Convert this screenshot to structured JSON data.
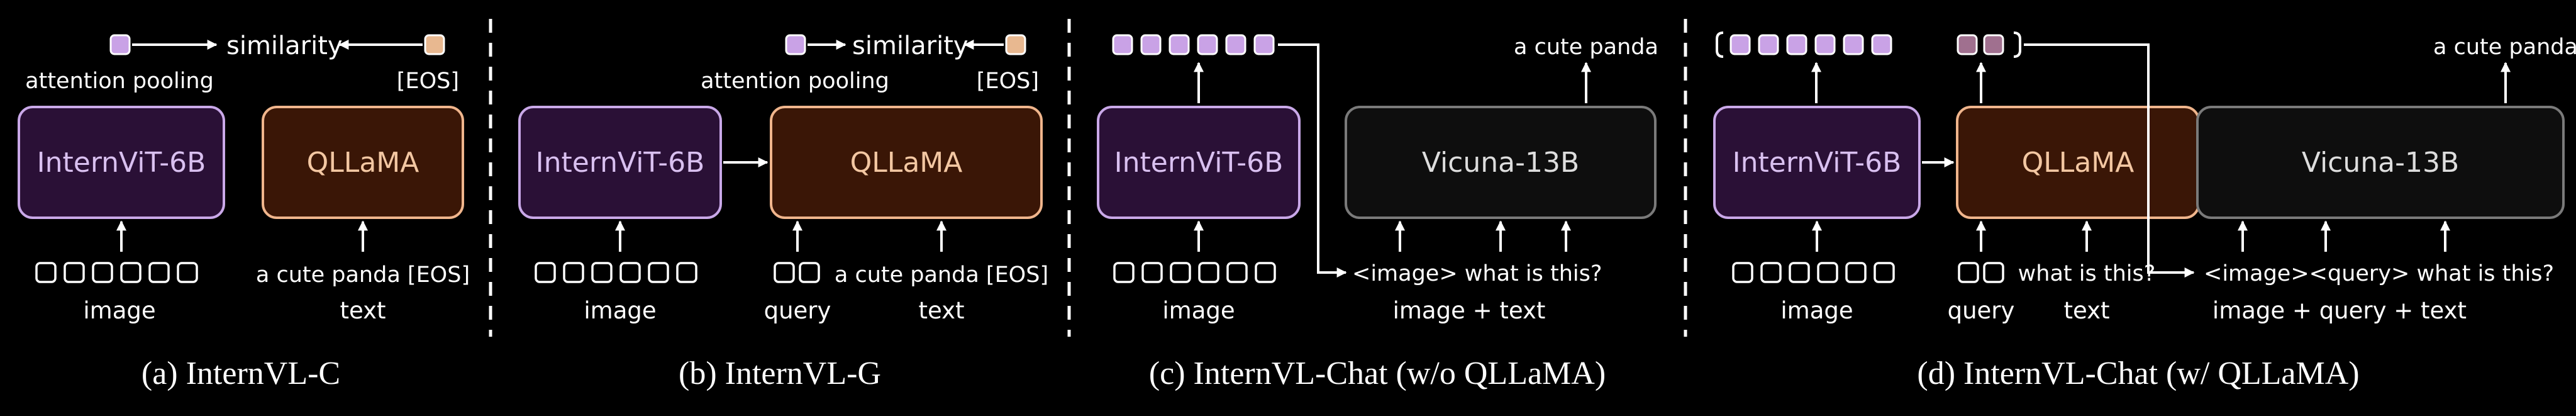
{
  "colors": {
    "vit_fill": "#2a1036",
    "vit_stroke": "#c9a8e8",
    "vit_text": "#d9c0f0",
    "qllama_fill": "#3a1606",
    "qllama_stroke": "#f0b58c",
    "qllama_text": "#f3c7a2",
    "vicuna_fill": "#0e0e0e",
    "vicuna_stroke": "#7a7a7a",
    "vicuna_text": "#dddddd",
    "purple_token": "#c9a2e6",
    "orange_token": "#e8b890",
    "white": "#ffffff"
  },
  "panels": [
    {
      "caption": "(a) InternVL-C",
      "similarity": "similarity",
      "attention_pooling": "attention pooling",
      "eos": "[EOS]",
      "vit": "InternViT-6B",
      "qllama": "QLLaMA",
      "text_input": "a cute panda [EOS]",
      "image_label": "image",
      "text_label": "text"
    },
    {
      "caption": "(b) InternVL-G",
      "similarity": "similarity",
      "attention_pooling": "attention pooling",
      "eos": "[EOS]",
      "vit": "InternViT-6B",
      "qllama": "QLLaMA",
      "text_input": "a cute panda [EOS]",
      "image_label": "image",
      "query_label": "query",
      "text_label": "text"
    },
    {
      "caption": "(c) InternVL-Chat (w/o QLLaMA)",
      "output": "a cute panda",
      "vit": "InternViT-6B",
      "vicuna": "Vicuna-13B",
      "prompt": "<image> what is this?",
      "image_label": "image",
      "combo_label": "image + text"
    },
    {
      "caption": "(d) InternVL-Chat (w/ QLLaMA)",
      "output": "a cute panda",
      "vit": "InternViT-6B",
      "qllama": "QLLaMA",
      "vicuna": "Vicuna-13B",
      "query_text": "what is this?",
      "prompt": "<image><query> what is this?",
      "image_label": "image",
      "query_label": "query",
      "text_label": "text",
      "combo_label": "image + query + text"
    }
  ]
}
